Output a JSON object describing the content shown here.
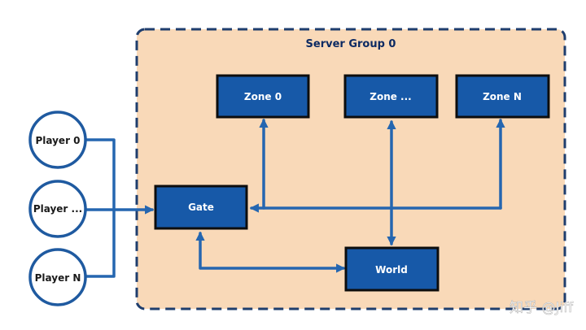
{
  "server_group": {
    "title": "Server Group 0"
  },
  "nodes": {
    "zone_0": "Zone 0",
    "zone_mid": "Zone ...",
    "zone_n": "Zone N",
    "gate": "Gate",
    "world": "World"
  },
  "players": {
    "player_0": "Player 0",
    "player_mid": "Player ...",
    "player_n": "Player N"
  },
  "watermark": "知乎 @Jiff",
  "colors": {
    "group_fill": "#f9d9b8",
    "group_border": "#1f3e6e",
    "node_fill": "#1759a8",
    "node_border": "#0d0d0d",
    "edge": "#2566b0",
    "player_border": "#1f5aa0"
  }
}
